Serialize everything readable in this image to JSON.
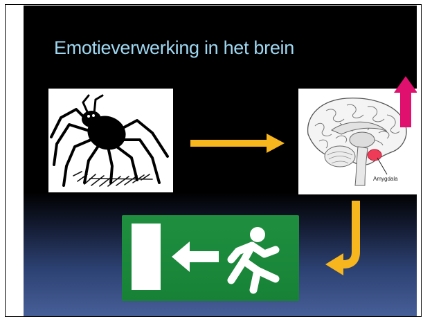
{
  "slide": {
    "title": "Emotieverwerking in het brein",
    "brain_label": "Amygdala"
  },
  "images": {
    "spider": "spider-silhouette",
    "brain": "brain-sagittal-section",
    "exit": "emergency-exit-sign"
  },
  "colors": {
    "title": "#9fd8f2",
    "arrow": "#f7b51e",
    "up_arrow": "#e0116e",
    "exit_green": "#1f8f3f",
    "amygdala": "#ee3b57",
    "accent_pink": "#c2185b",
    "accent_yellow": "#f0b41c"
  }
}
